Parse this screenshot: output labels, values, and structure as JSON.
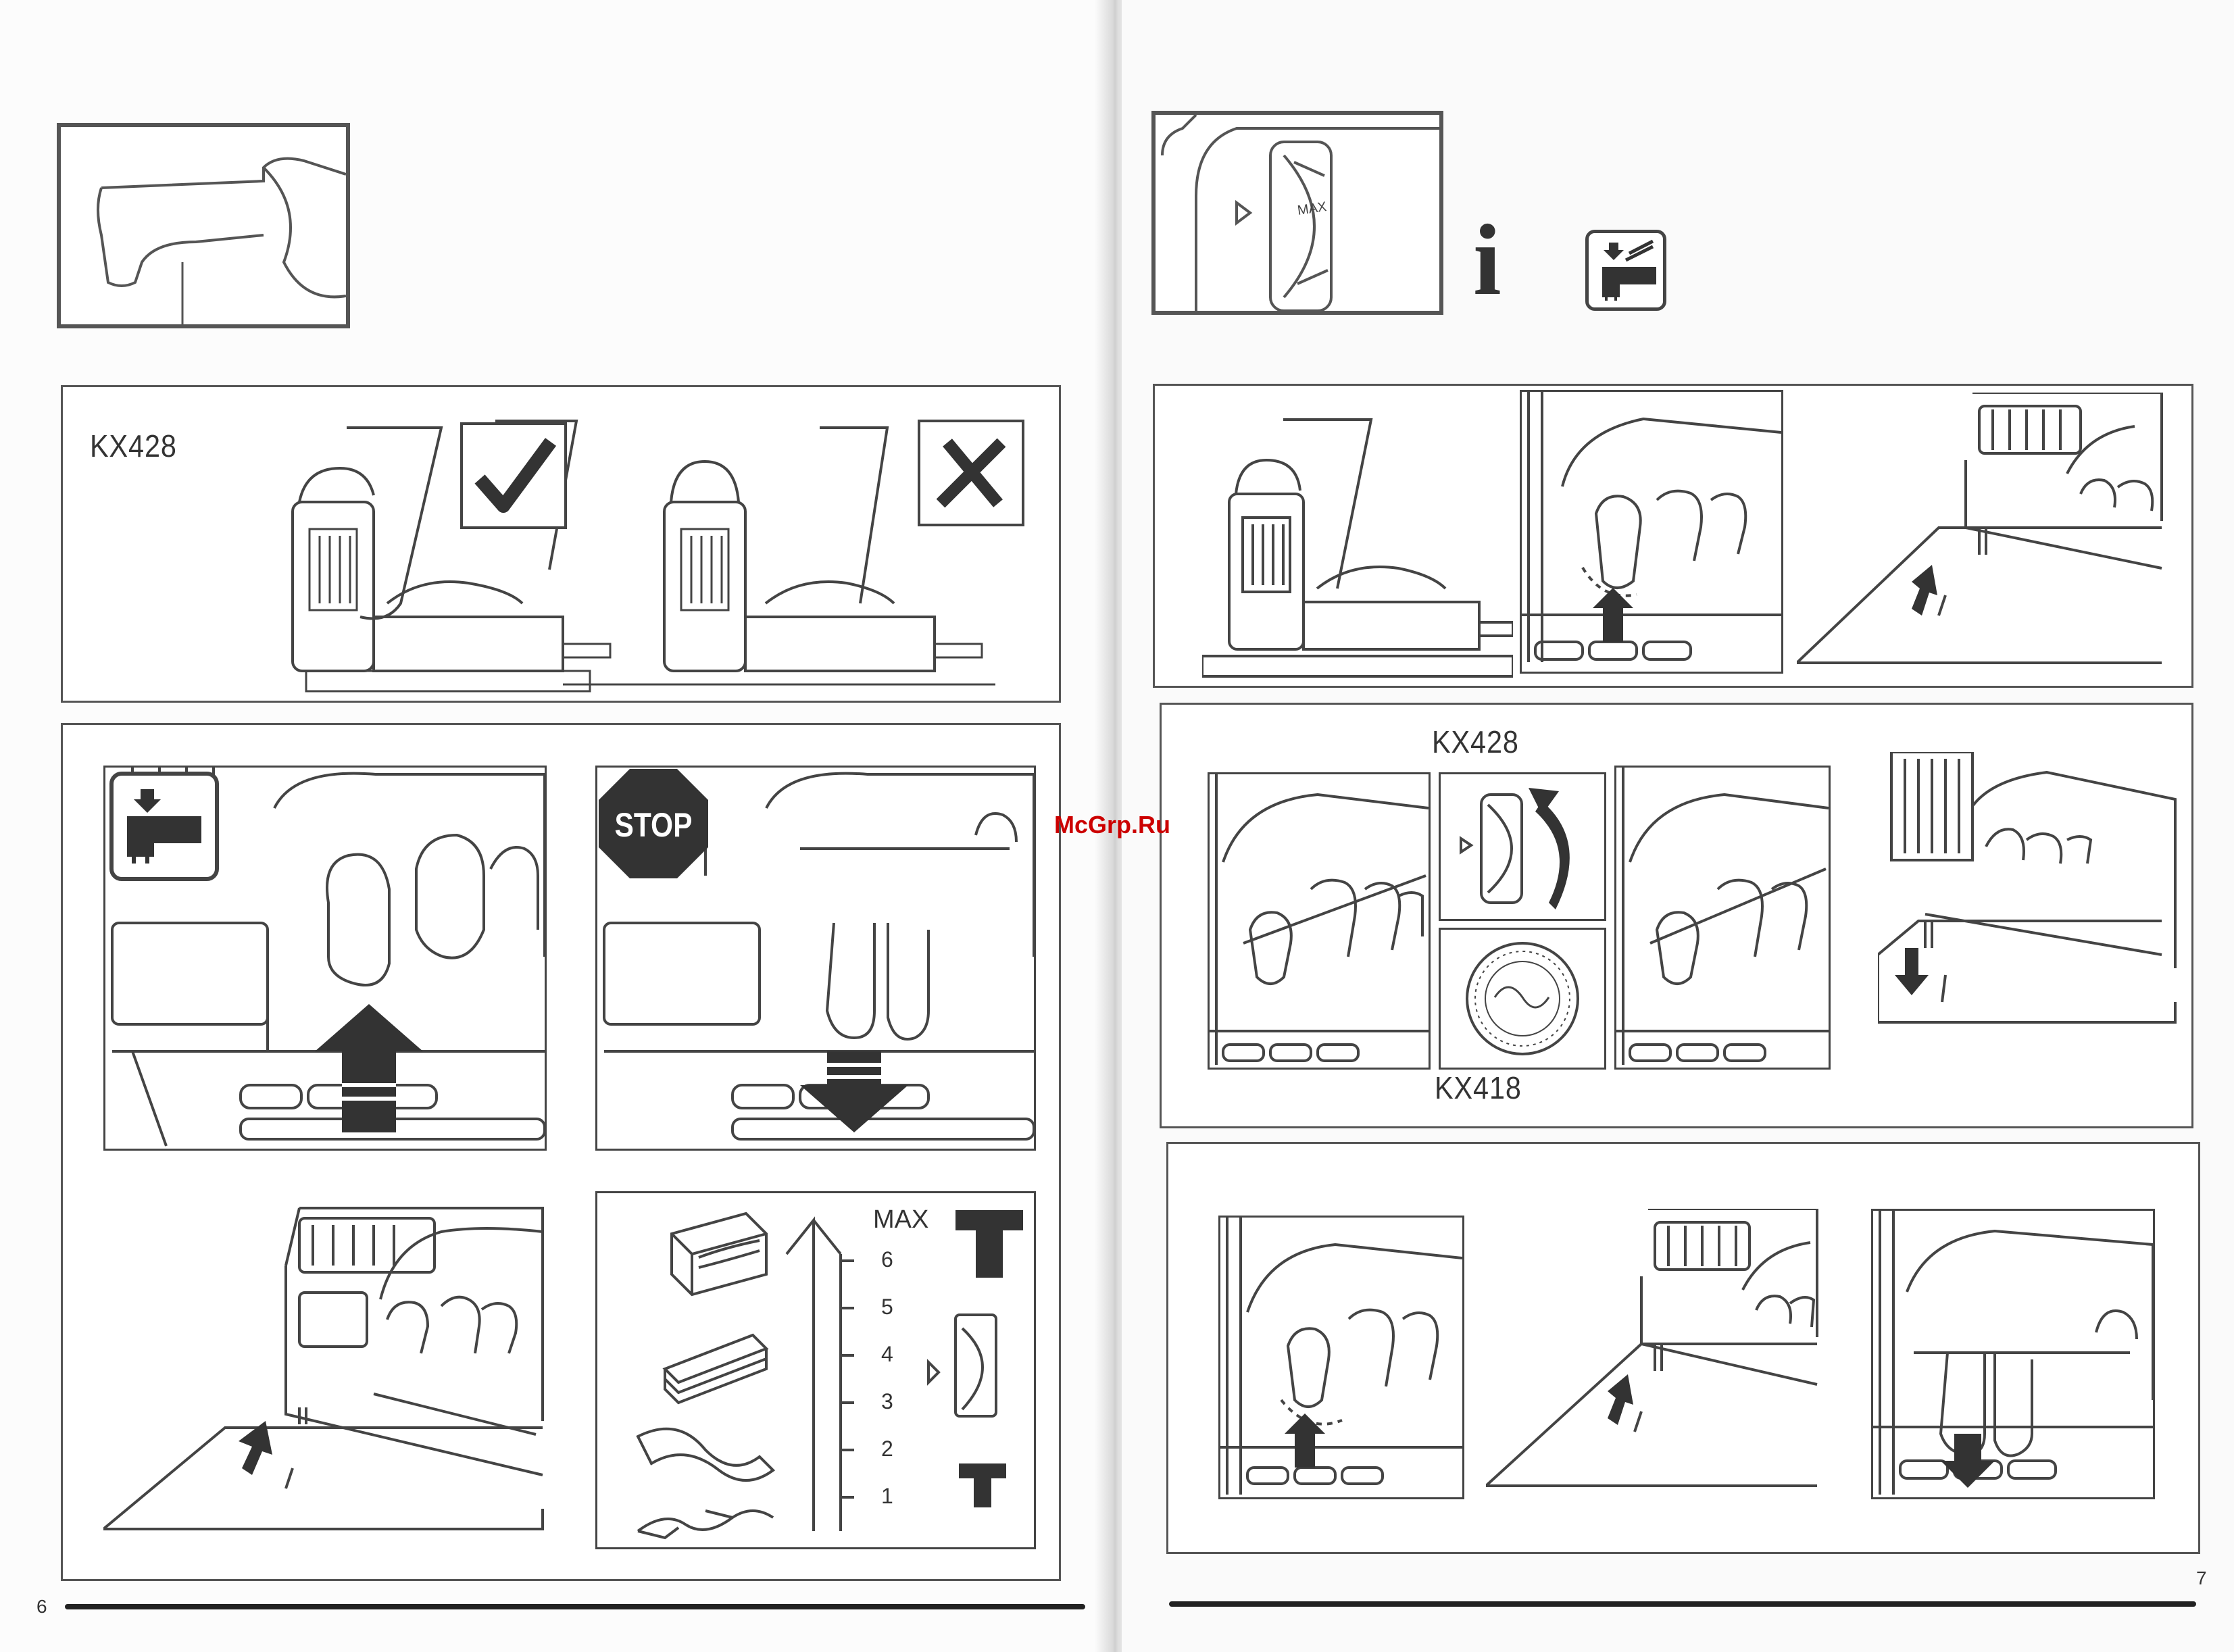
{
  "left_page": {
    "page_number": "6",
    "section_kx428": {
      "model_label": "KX428"
    },
    "stop_sign": {
      "text": "STOP"
    },
    "depth_scale": {
      "max_label": "MAX",
      "levels": [
        "6",
        "5",
        "4",
        "3",
        "2",
        "1"
      ]
    }
  },
  "right_page": {
    "page_number": "7",
    "dial": {
      "max_label": "MAX"
    },
    "info_symbol": "i",
    "section_models": {
      "top_model": "KX428",
      "bottom_model": "KX418"
    }
  },
  "watermark": {
    "text": "McGrp.Ru",
    "color": "#cc0000"
  }
}
